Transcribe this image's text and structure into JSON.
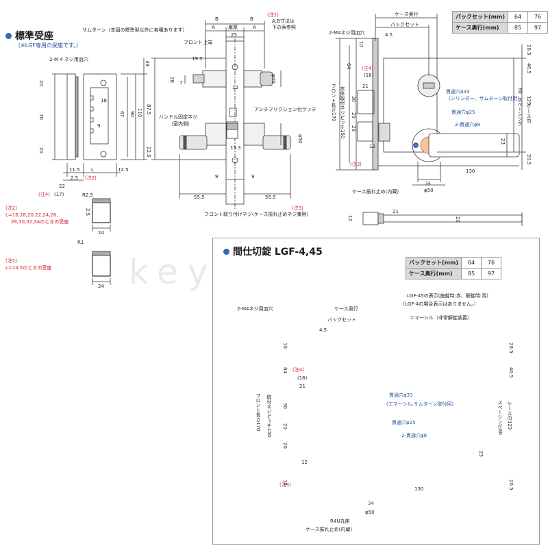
{
  "watermark": "key town",
  "left_section": {
    "title": "標準受座",
    "subtitle": "（※LGF専用の受座です。）",
    "notes": [
      {
        "text": "(注2)",
        "red": true
      },
      {
        "text": "L=16,18,20,22,24,26,",
        "red": true
      },
      {
        "text": "28,30,32,34のときの受座",
        "red": true
      },
      {
        "text": "(注2)",
        "red": true
      },
      {
        "text": "L=14.5のときの受座",
        "red": true
      }
    ],
    "labels": [
      {
        "text": "2-M 4 ネジ用皿穴"
      },
      {
        "text": "20"
      },
      {
        "text": "70"
      },
      {
        "text": "20"
      },
      {
        "text": "18"
      },
      {
        "text": "9"
      },
      {
        "text": "67"
      },
      {
        "text": "90"
      },
      {
        "text": "110"
      },
      {
        "text": "87.5"
      },
      {
        "text": "22.5"
      },
      {
        "text": "11.5"
      },
      {
        "text": "L"
      },
      {
        "text": "12.5"
      },
      {
        "text": "2.5"
      },
      {
        "text": "(注2)"
      },
      {
        "text": "22"
      },
      {
        "text": "(注4)"
      },
      {
        "text": "(17)"
      },
      {
        "text": "R2.5"
      },
      {
        "text": "2.5"
      },
      {
        "text": "24"
      },
      {
        "text": "R1"
      },
      {
        "text": "24"
      }
    ]
  },
  "front_view": {
    "labels": [
      {
        "text": "サムターン（本図の標準型以外に各種あります）"
      },
      {
        "text": "(注1)"
      },
      {
        "text": "A,B寸法は"
      },
      {
        "text": "下の表参照"
      },
      {
        "text": "B"
      },
      {
        "text": "B"
      },
      {
        "text": "A"
      },
      {
        "text": "扉厚"
      },
      {
        "text": "A"
      },
      {
        "text": "25"
      },
      {
        "text": "フロント上端"
      },
      {
        "text": "19.5"
      },
      {
        "text": "39"
      },
      {
        "text": "28"
      },
      {
        "text": "7"
      },
      {
        "text": "φ40"
      },
      {
        "text": "12"
      },
      {
        "text": "アンチフリクション付ラッチ"
      },
      {
        "text": "ハンドル固定ネジ"
      },
      {
        "text": "（室内側）"
      },
      {
        "text": "15.3"
      },
      {
        "text": "φ50"
      },
      {
        "text": "9"
      },
      {
        "text": "9"
      },
      {
        "text": "55.5"
      },
      {
        "text": "55.5"
      },
      {
        "text": "(注3)"
      },
      {
        "text": "フロント取り付けネジ(ケース振れ止めネジ兼用)"
      }
    ]
  },
  "top_table": {
    "rows": [
      {
        "label": "バックセット(mm)",
        "values": [
          "64",
          "76"
        ]
      },
      {
        "label": "ケース奥行(mm)",
        "values": [
          "85",
          "97"
        ]
      }
    ]
  },
  "right_view": {
    "labels": [
      {
        "text": "ケース奥行"
      },
      {
        "text": "バックセット"
      },
      {
        "text": "2-M4ネジ用皿穴"
      },
      {
        "text": "4.5"
      },
      {
        "text": "10"
      },
      {
        "text": "64"
      },
      {
        "text": "(注4)"
      },
      {
        "text": "(16)"
      },
      {
        "text": "21"
      },
      {
        "text": "30"
      },
      {
        "text": "20"
      },
      {
        "text": "20"
      },
      {
        "text": "12"
      },
      {
        "text": "(注3)"
      },
      {
        "text": "20.5"
      },
      {
        "text": "46.5"
      },
      {
        "text": "貫通穴φ33"
      },
      {
        "text": "(シリンダー、サムターン取付用)"
      },
      {
        "text": "貫通穴φ25"
      },
      {
        "text": "2-貫通穴φ8"
      },
      {
        "text": "80"
      },
      {
        "text": "129"
      },
      {
        "text": "スペーシング"
      },
      {
        "text": "ケース巾"
      },
      {
        "text": "23"
      },
      {
        "text": "130"
      },
      {
        "text": "34"
      },
      {
        "text": "φ50"
      },
      {
        "text": "20.5"
      },
      {
        "text": "ケース振れ止め(内蔵)"
      },
      {
        "text": "フロント長さ170"
      },
      {
        "text": "本体取付ネジピッチ150"
      },
      {
        "text": "12"
      },
      {
        "text": "21"
      },
      {
        "text": "20"
      }
    ]
  },
  "bottom_section": {
    "title": "間仕切錠 LGF-4,45",
    "table": {
      "rows": [
        {
          "label": "バックセット(mm)",
          "values": [
            "64",
            "76"
          ]
        },
        {
          "label": "ケース奥行(mm)",
          "values": [
            "85",
            "97"
          ]
        }
      ]
    },
    "labels": [
      {
        "text": "LGF-45の表示(施錠時:赤、解錠時:青)"
      },
      {
        "text": "（LGF-4の場合表示はありません。）"
      },
      {
        "text": "2-M4ネジ用皿穴"
      },
      {
        "text": "ケース奥行"
      },
      {
        "text": "バックセット"
      },
      {
        "text": "エマーシル（非常解錠装置）"
      },
      {
        "text": "4.5"
      },
      {
        "text": "10"
      },
      {
        "text": "20.5"
      },
      {
        "text": "(注4)"
      },
      {
        "text": "(16)"
      },
      {
        "text": "64"
      },
      {
        "text": "21"
      },
      {
        "text": "46.5"
      },
      {
        "text": "貫通穴φ33"
      },
      {
        "text": "(エマーシル,サムターン取付用)"
      },
      {
        "text": "30"
      },
      {
        "text": "貫通穴φ25"
      },
      {
        "text": "2-貫通穴φ8"
      },
      {
        "text": "20"
      },
      {
        "text": "20"
      },
      {
        "text": "12"
      },
      {
        "text": "23"
      },
      {
        "text": "(注3)"
      },
      {
        "text": "130"
      },
      {
        "text": "34"
      },
      {
        "text": "φ50"
      },
      {
        "text": "R4U丸座"
      },
      {
        "text": "ケース振れ止め(内蔵)"
      },
      {
        "text": "10"
      },
      {
        "text": "20.5"
      },
      {
        "text": "スペーシング80"
      },
      {
        "text": "ケース巾129"
      },
      {
        "text": "フロント長さ170"
      },
      {
        "text": "取付ネジピッチ150"
      }
    ]
  },
  "colors": {
    "accent_blue": "#2e6ab3",
    "note_red": "#d2232a",
    "line": "#333333",
    "table_header": "#d9d9d9"
  }
}
